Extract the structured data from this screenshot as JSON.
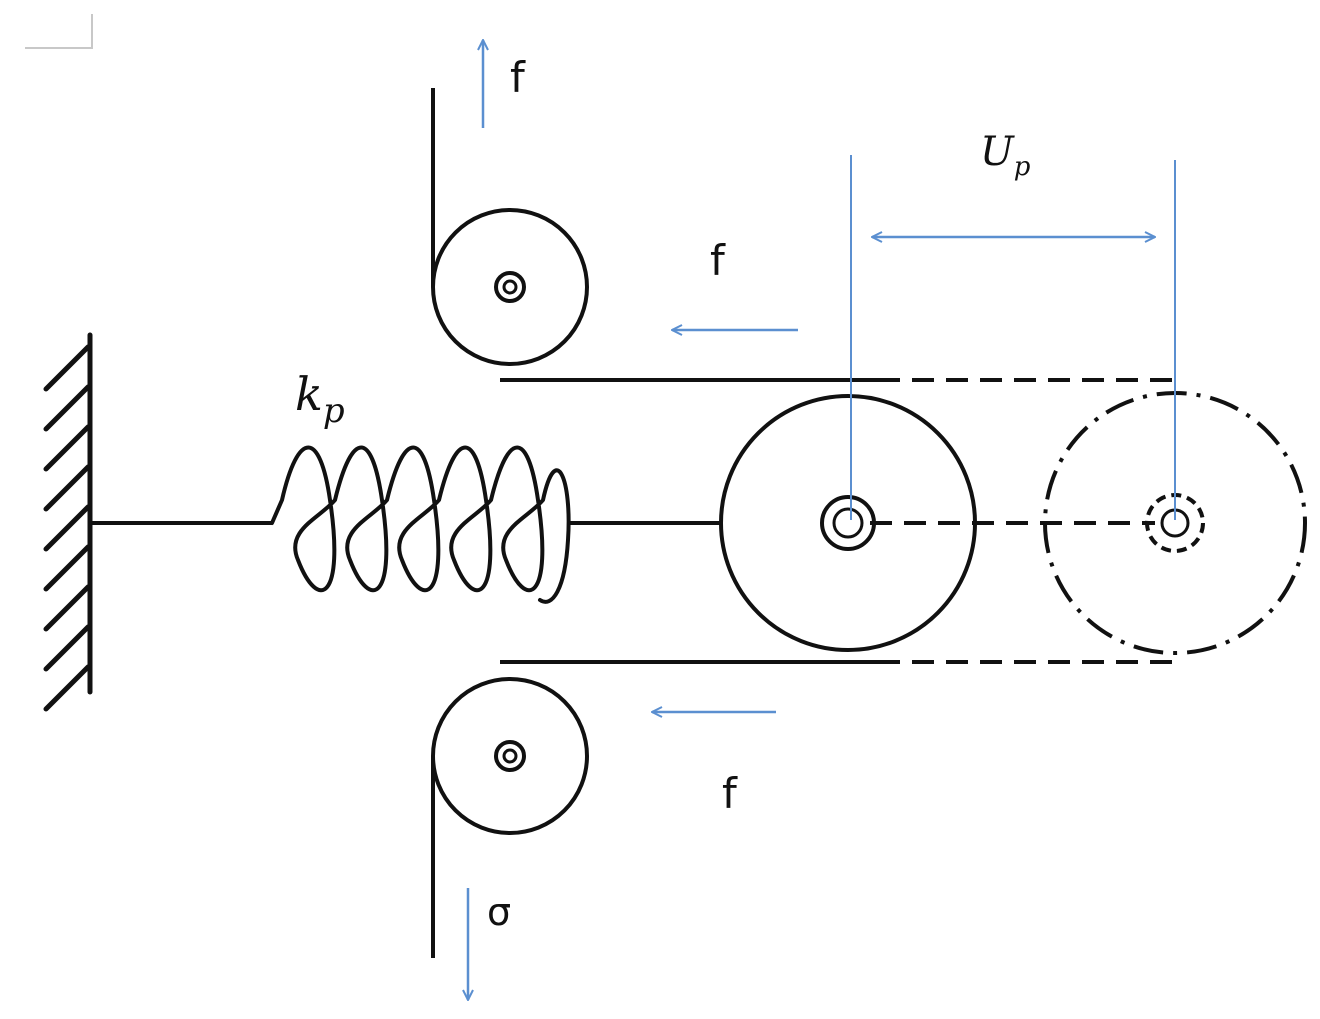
{
  "labels": {
    "force_top": "f",
    "force_upper": "f",
    "force_lower": "f",
    "stress": "σ",
    "spring_stiffness_base": "k",
    "spring_stiffness_sub": "p",
    "displacement_base": "U",
    "displacement_sub": "p"
  },
  "colors": {
    "line": "#111111",
    "arrow": "#5b8fd0"
  }
}
